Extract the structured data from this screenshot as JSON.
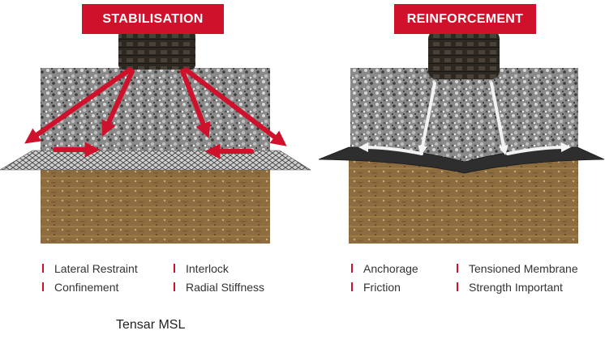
{
  "panels": {
    "left": {
      "title": "STABILISATION",
      "bullets": [
        "Lateral Restraint",
        "Interlock",
        "Confinement",
        "Radial Stiffness"
      ]
    },
    "right": {
      "title": "REINFORCEMENT",
      "bullets": [
        "Anchorage",
        "Tensioned Membrane",
        "Friction",
        "Strength Important"
      ]
    }
  },
  "caption": "Tensar MSL",
  "colors": {
    "accent": "#d0112b",
    "gravel": "#7a7a7a",
    "soil": "#8a6a3c",
    "tire": "#2b2620",
    "membrane": "#2f2f2f"
  }
}
